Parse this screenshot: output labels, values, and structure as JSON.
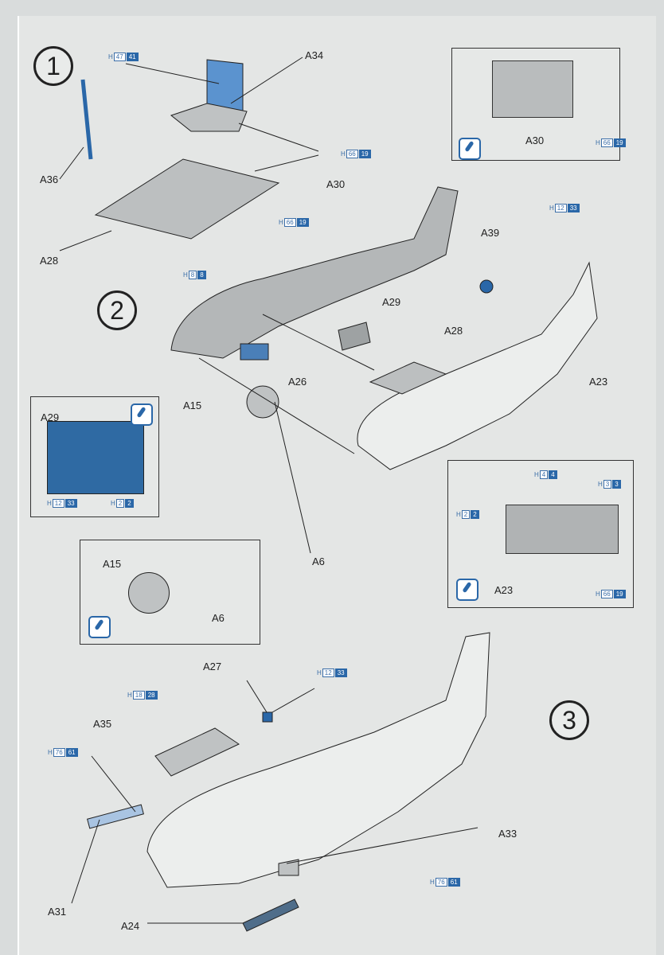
{
  "steps": [
    "1",
    "2",
    "3"
  ],
  "parts": {
    "A34": "A34",
    "A36": "A36",
    "A28": "A28",
    "A30": "A30",
    "A39": "A39",
    "A29": "A29",
    "A26": "A26",
    "A23": "A23",
    "A15": "A15",
    "A6": "A6",
    "A27": "A27",
    "A35": "A35",
    "A33": "A33",
    "A31": "A31",
    "A24": "A24"
  },
  "colors": {
    "h47_41": [
      "H",
      "47",
      "41"
    ],
    "h66_19": [
      "H",
      "66",
      "19"
    ],
    "h12_33": [
      "H",
      "12",
      "33"
    ],
    "h8_8": [
      "H",
      "8",
      "8"
    ],
    "h4_4": [
      "H",
      "4",
      "4"
    ],
    "h3_3": [
      "H",
      "3",
      "3"
    ],
    "h2_2": [
      "H",
      "2",
      "2"
    ],
    "h18_28": [
      "H",
      "18",
      "28"
    ],
    "h76_61": [
      "H",
      "76",
      "61"
    ]
  },
  "palette": {
    "paper": "#e4e6e5",
    "blue": "#2a67a8",
    "part_gray": "#b9bcbd",
    "panel_blue": "#2f6aa3"
  }
}
